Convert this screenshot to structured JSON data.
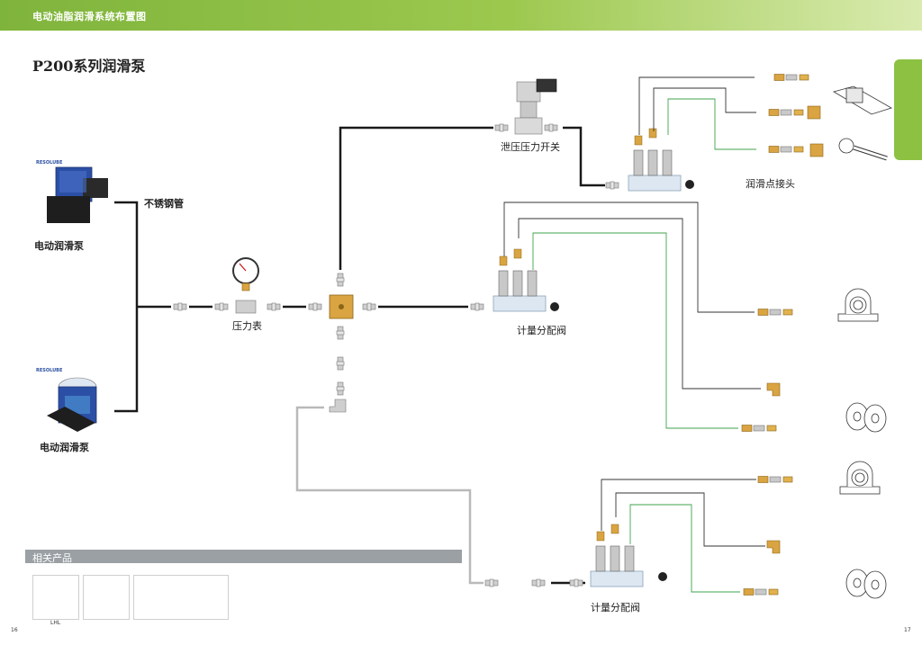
{
  "header": {
    "title": "电动油脂润滑系统布置图"
  },
  "page_title": "P200系列润滑泵",
  "labels": {
    "pipe": "不锈钢管",
    "pump_top": "电动润滑泵",
    "pump_bottom": "电动润滑泵",
    "gauge": "压力表",
    "relief_switch": "泄压压力开关",
    "lube_point": "润滑点接头",
    "valve_mid": "计量分配阀",
    "valve_bottom": "计量分配阀"
  },
  "brand": "RESOLUBE",
  "related": {
    "title": "相关产品",
    "thumb_caption": "LHL"
  },
  "page_numbers": {
    "left": "16",
    "right": "17"
  },
  "colors": {
    "accent": "#8cc142",
    "pipe_black": "#1a1a1a",
    "pipe_grey": "#b9b9b9",
    "tube_green": "#3fa34d",
    "tube_dark": "#333333"
  }
}
